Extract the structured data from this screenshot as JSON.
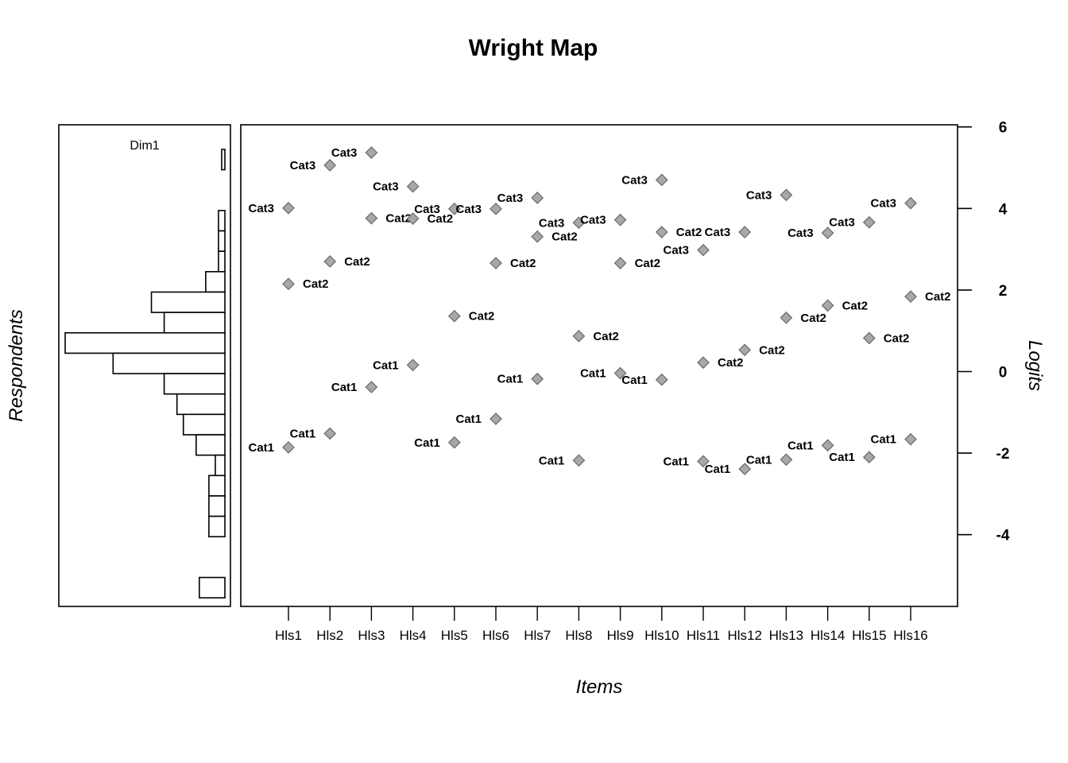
{
  "chart_data": {
    "type": "scatter",
    "title": "Wright Map",
    "xlabel": "Items",
    "ylabel": "Logits",
    "left_ylabel": "Respondents",
    "panel_label": "Dim1",
    "ylim": [
      -5.85,
      6.0
    ],
    "yticks": [
      -4,
      -2,
      0,
      2,
      4,
      6
    ],
    "ytick_labels": [
      "-4",
      "-2",
      "0",
      "2",
      "4",
      "6"
    ],
    "items": [
      "Hls1",
      "Hls2",
      "Hls3",
      "Hls4",
      "Hls5",
      "Hls6",
      "Hls7",
      "Hls8",
      "Hls9",
      "Hls10",
      "Hls11",
      "Hls12",
      "Hls13",
      "Hls14",
      "Hls15",
      "Hls16"
    ],
    "marker_color": "#a8a8a8",
    "marker_edge": "#6f6f6f",
    "points": [
      {
        "item": "Hls1",
        "category": "Cat1",
        "logit": -1.86,
        "label_side": "left"
      },
      {
        "item": "Hls1",
        "category": "Cat2",
        "logit": 2.15,
        "label_side": "right"
      },
      {
        "item": "Hls1",
        "category": "Cat3",
        "logit": 4.01,
        "label_side": "left"
      },
      {
        "item": "Hls2",
        "category": "Cat1",
        "logit": -1.52,
        "label_side": "left"
      },
      {
        "item": "Hls2",
        "category": "Cat2",
        "logit": 2.7,
        "label_side": "right"
      },
      {
        "item": "Hls2",
        "category": "Cat3",
        "logit": 5.06,
        "label_side": "left"
      },
      {
        "item": "Hls3",
        "category": "Cat1",
        "logit": -0.38,
        "label_side": "left"
      },
      {
        "item": "Hls3",
        "category": "Cat2",
        "logit": 3.76,
        "label_side": "right"
      },
      {
        "item": "Hls3",
        "category": "Cat3",
        "logit": 5.37,
        "label_side": "left"
      },
      {
        "item": "Hls4",
        "category": "Cat1",
        "logit": 0.16,
        "label_side": "left"
      },
      {
        "item": "Hls4",
        "category": "Cat2",
        "logit": 3.75,
        "label_side": "right"
      },
      {
        "item": "Hls4",
        "category": "Cat3",
        "logit": 4.54,
        "label_side": "left"
      },
      {
        "item": "Hls5",
        "category": "Cat1",
        "logit": -1.74,
        "label_side": "left"
      },
      {
        "item": "Hls5",
        "category": "Cat2",
        "logit": 1.36,
        "label_side": "right"
      },
      {
        "item": "Hls5",
        "category": "Cat3",
        "logit": 3.99,
        "label_side": "left"
      },
      {
        "item": "Hls6",
        "category": "Cat1",
        "logit": -1.16,
        "label_side": "left"
      },
      {
        "item": "Hls6",
        "category": "Cat2",
        "logit": 2.66,
        "label_side": "right"
      },
      {
        "item": "Hls6",
        "category": "Cat3",
        "logit": 3.99,
        "label_side": "left"
      },
      {
        "item": "Hls7",
        "category": "Cat1",
        "logit": -0.18,
        "label_side": "left"
      },
      {
        "item": "Hls7",
        "category": "Cat2",
        "logit": 3.31,
        "label_side": "right"
      },
      {
        "item": "Hls7",
        "category": "Cat3",
        "logit": 4.26,
        "label_side": "left"
      },
      {
        "item": "Hls8",
        "category": "Cat1",
        "logit": -2.18,
        "label_side": "left"
      },
      {
        "item": "Hls8",
        "category": "Cat2",
        "logit": 0.87,
        "label_side": "right"
      },
      {
        "item": "Hls8",
        "category": "Cat3",
        "logit": 3.65,
        "label_side": "left"
      },
      {
        "item": "Hls9",
        "category": "Cat1",
        "logit": -0.04,
        "label_side": "left"
      },
      {
        "item": "Hls9",
        "category": "Cat2",
        "logit": 2.66,
        "label_side": "right"
      },
      {
        "item": "Hls9",
        "category": "Cat3",
        "logit": 3.72,
        "label_side": "left"
      },
      {
        "item": "Hls10",
        "category": "Cat1",
        "logit": -0.2,
        "label_side": "left"
      },
      {
        "item": "Hls10",
        "category": "Cat2",
        "logit": 3.42,
        "label_side": "right"
      },
      {
        "item": "Hls10",
        "category": "Cat3",
        "logit": 4.7,
        "label_side": "left"
      },
      {
        "item": "Hls11",
        "category": "Cat1",
        "logit": -2.2,
        "label_side": "left"
      },
      {
        "item": "Hls11",
        "category": "Cat2",
        "logit": 0.22,
        "label_side": "right"
      },
      {
        "item": "Hls11",
        "category": "Cat3",
        "logit": 2.98,
        "label_side": "left"
      },
      {
        "item": "Hls12",
        "category": "Cat1",
        "logit": -2.39,
        "label_side": "left"
      },
      {
        "item": "Hls12",
        "category": "Cat2",
        "logit": 0.53,
        "label_side": "right"
      },
      {
        "item": "Hls12",
        "category": "Cat3",
        "logit": 3.42,
        "label_side": "left"
      },
      {
        "item": "Hls13",
        "category": "Cat1",
        "logit": -2.16,
        "label_side": "left"
      },
      {
        "item": "Hls13",
        "category": "Cat2",
        "logit": 1.32,
        "label_side": "right"
      },
      {
        "item": "Hls13",
        "category": "Cat3",
        "logit": 4.33,
        "label_side": "left"
      },
      {
        "item": "Hls14",
        "category": "Cat1",
        "logit": -1.81,
        "label_side": "left"
      },
      {
        "item": "Hls14",
        "category": "Cat2",
        "logit": 1.62,
        "label_side": "right"
      },
      {
        "item": "Hls14",
        "category": "Cat3",
        "logit": 3.4,
        "label_side": "left"
      },
      {
        "item": "Hls15",
        "category": "Cat1",
        "logit": -2.1,
        "label_side": "left"
      },
      {
        "item": "Hls15",
        "category": "Cat2",
        "logit": 0.82,
        "label_side": "right"
      },
      {
        "item": "Hls15",
        "category": "Cat3",
        "logit": 3.66,
        "label_side": "left"
      },
      {
        "item": "Hls16",
        "category": "Cat1",
        "logit": -1.66,
        "label_side": "left"
      },
      {
        "item": "Hls16",
        "category": "Cat2",
        "logit": 1.84,
        "label_side": "right"
      },
      {
        "item": "Hls16",
        "category": "Cat3",
        "logit": 4.13,
        "label_side": "left"
      }
    ],
    "respondent_histogram": {
      "orientation": "horizontal",
      "bins": [
        {
          "from": 4.95,
          "to": 5.45,
          "count": 1
        },
        {
          "from": 4.45,
          "to": 4.95,
          "count": 0
        },
        {
          "from": 3.45,
          "to": 3.95,
          "count": 2
        },
        {
          "from": 2.95,
          "to": 3.45,
          "count": 2
        },
        {
          "from": 2.45,
          "to": 2.95,
          "count": 2
        },
        {
          "from": 1.95,
          "to": 2.45,
          "count": 6
        },
        {
          "from": 1.45,
          "to": 1.95,
          "count": 23
        },
        {
          "from": 0.95,
          "to": 1.45,
          "count": 19
        },
        {
          "from": 0.45,
          "to": 0.95,
          "count": 50
        },
        {
          "from": -0.05,
          "to": 0.45,
          "count": 35
        },
        {
          "from": -0.55,
          "to": -0.05,
          "count": 19
        },
        {
          "from": -1.05,
          "to": -0.55,
          "count": 15
        },
        {
          "from": -1.55,
          "to": -1.05,
          "count": 13
        },
        {
          "from": -2.05,
          "to": -1.55,
          "count": 9
        },
        {
          "from": -2.55,
          "to": -2.05,
          "count": 3
        },
        {
          "from": -3.05,
          "to": -2.55,
          "count": 5
        },
        {
          "from": -3.55,
          "to": -3.05,
          "count": 5
        },
        {
          "from": -4.05,
          "to": -3.55,
          "count": 5
        },
        {
          "from": -5.55,
          "to": -5.05,
          "count": 8
        }
      ]
    }
  }
}
